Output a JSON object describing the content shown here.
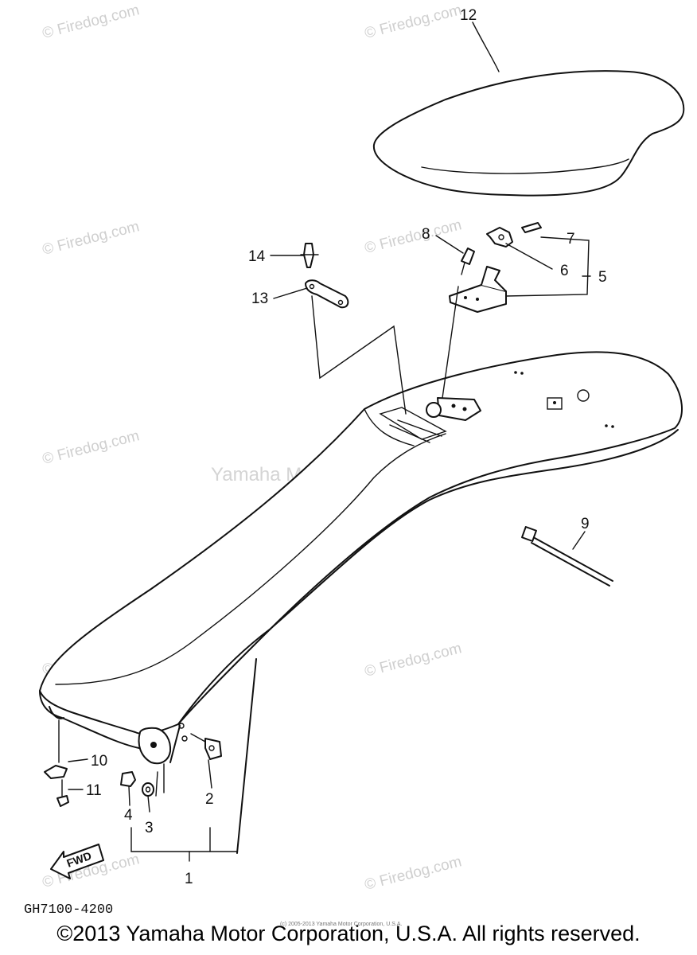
{
  "watermarks": {
    "firedog": "© Firedog.com",
    "center": "Yamaha Motor Corp, U.S.A"
  },
  "callouts": {
    "c1": "1",
    "c2": "2",
    "c3": "3",
    "c4": "4",
    "c5": "5",
    "c6": "6",
    "c7": "7",
    "c8": "8",
    "c9": "9",
    "c10": "10",
    "c11": "11",
    "c12": "12",
    "c13": "13",
    "c14": "14"
  },
  "fwd_label": "FWD",
  "drawing_code": "GH7100-4200",
  "tiny_copyright": "(c) 2005-2013 Yamaha Motor Corporation, U.S.A.",
  "copyright": "©2013 Yamaha Motor Corporation, U.S.A. All rights reserved."
}
